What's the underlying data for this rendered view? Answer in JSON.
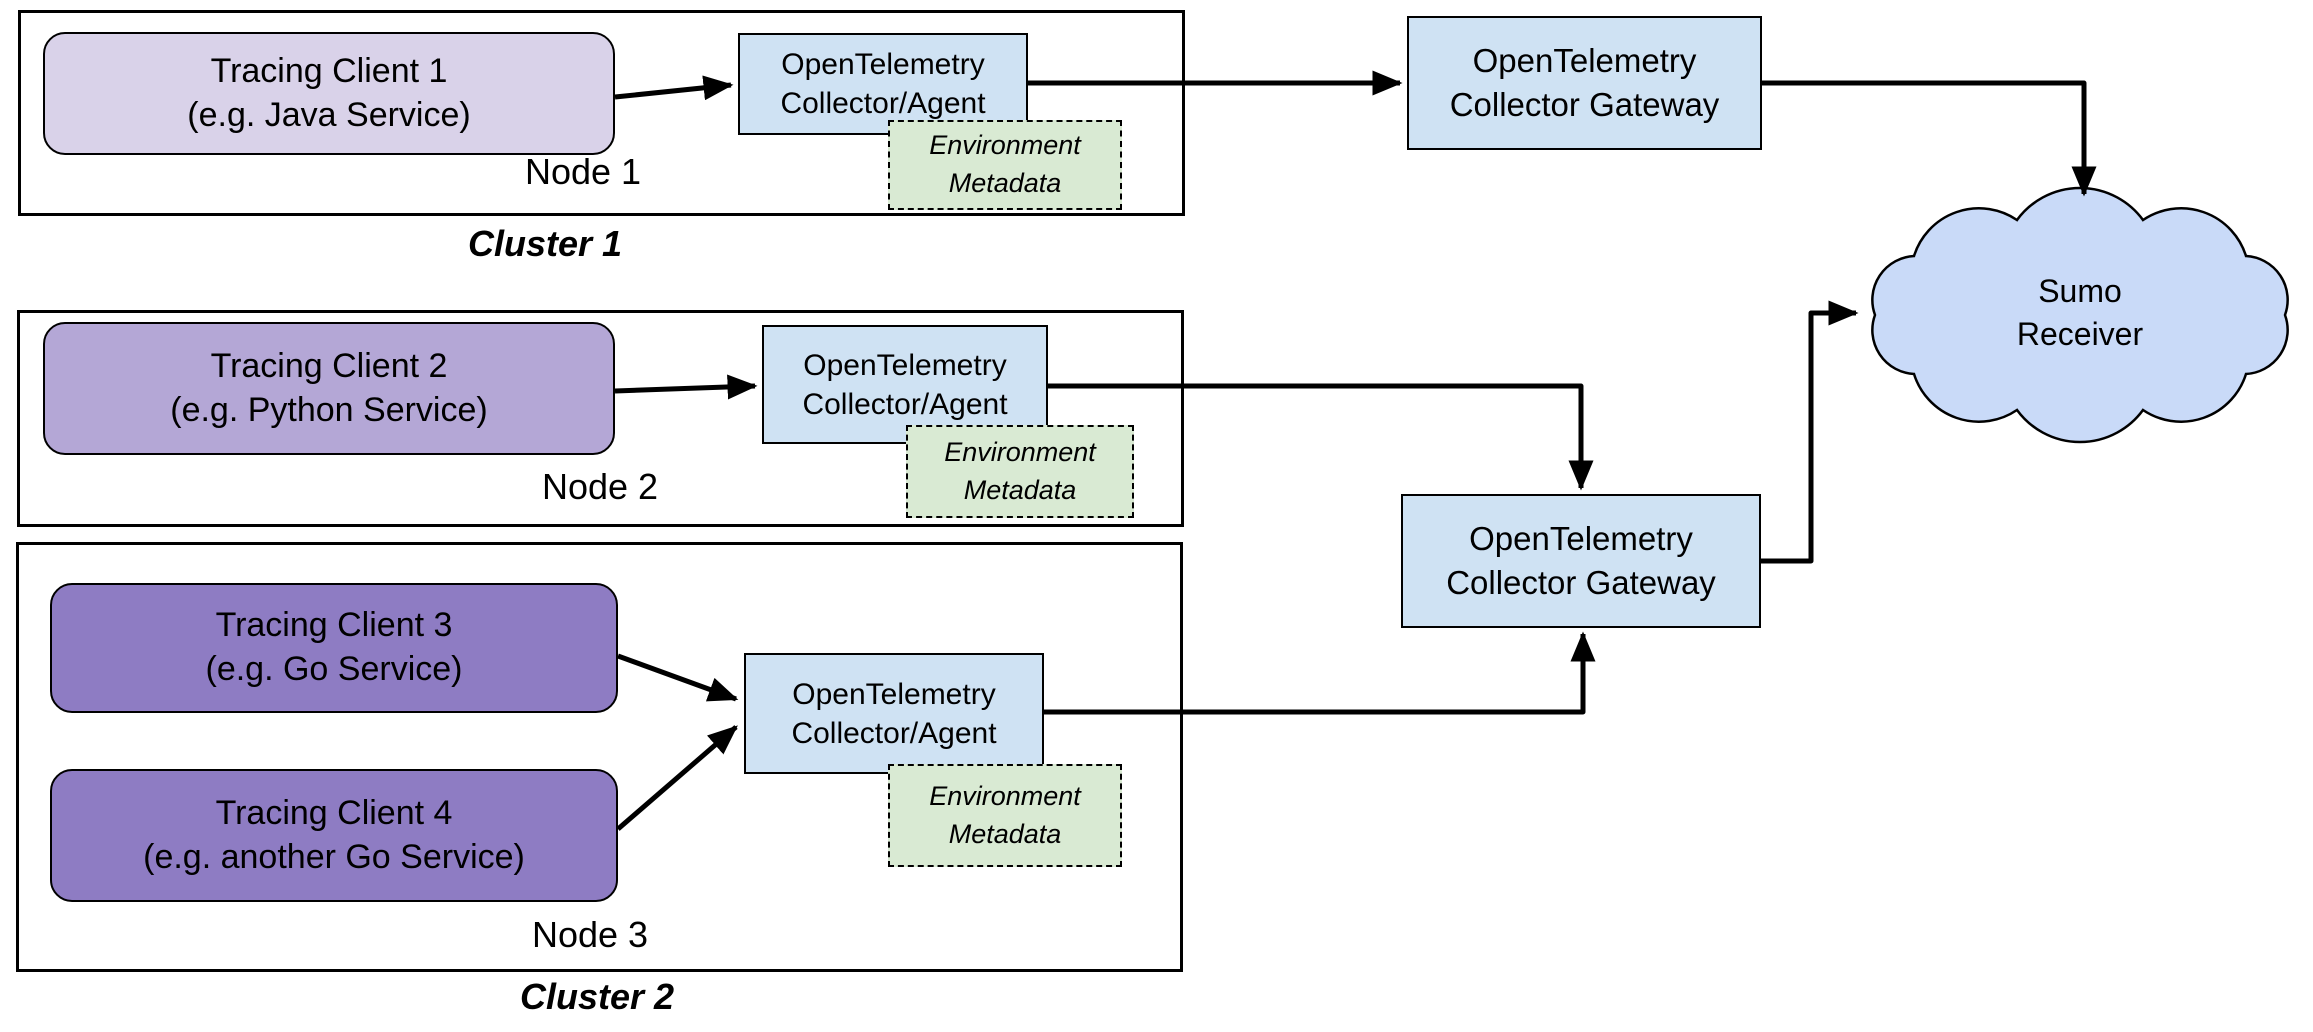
{
  "colors": {
    "client1_fill": "#d9d2e9",
    "client2_fill": "#b4a7d6",
    "client34_fill": "#8e7cc3",
    "collector_fill": "#cfe2f3",
    "gateway_fill": "#cfe2f3",
    "metadata_fill": "#d9ead3",
    "cloud_fill": "#c9daf8",
    "stroke": "#000000",
    "background": "#ffffff"
  },
  "cluster1": {
    "label": "Cluster 1",
    "node_label": "Node 1",
    "client_label": "Tracing Client 1\n(e.g. Java Service)",
    "collector_label": "OpenTelemetry\nCollector/Agent",
    "metadata_label": "Environment\nMetadata"
  },
  "cluster2": {
    "label": "Cluster 2",
    "node2": {
      "node_label": "Node 2",
      "client_label": "Tracing Client 2\n(e.g. Python Service)",
      "collector_label": "OpenTelemetry\nCollector/Agent",
      "metadata_label": "Environment\nMetadata"
    },
    "node3": {
      "node_label": "Node 3",
      "client3_label": "Tracing Client 3\n(e.g. Go Service)",
      "client4_label": "Tracing Client 4\n(e.g. another Go Service)",
      "collector_label": "OpenTelemetry\nCollector/Agent",
      "metadata_label": "Environment\nMetadata"
    }
  },
  "gateways": {
    "cluster1_gateway_label": "OpenTelemetry\nCollector Gateway",
    "cluster2_gateway_label": "OpenTelemetry\nCollector Gateway"
  },
  "receiver": {
    "label": "Sumo\nReceiver"
  }
}
